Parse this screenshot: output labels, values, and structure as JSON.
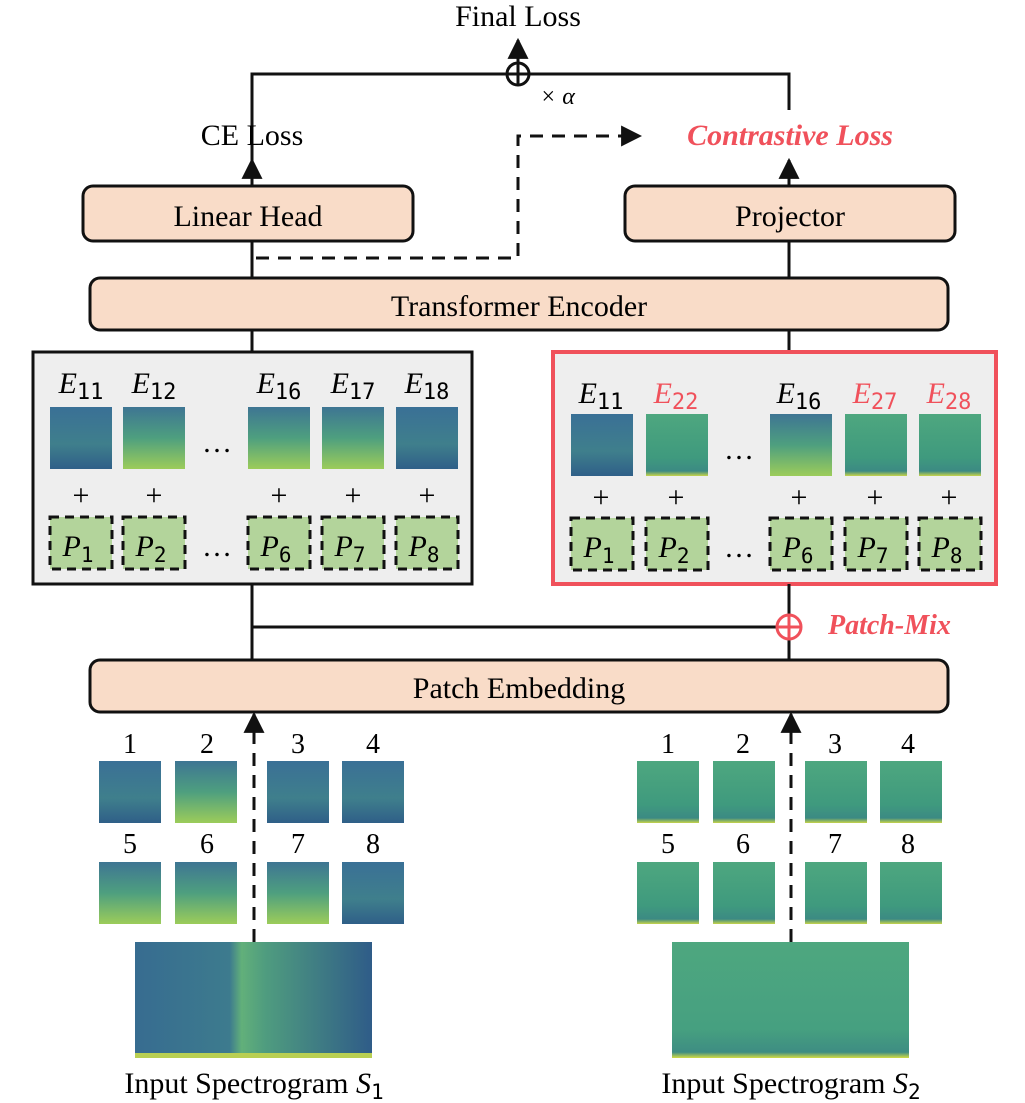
{
  "top": {
    "final_loss": "Final Loss",
    "alpha": "× α",
    "ce_loss": "CE Loss",
    "contrastive_loss": "Contrastive Loss"
  },
  "blocks": {
    "linear_head": "Linear Head",
    "projector": "Projector",
    "transformer_encoder": "Transformer Encoder",
    "patch_embedding": "Patch Embedding"
  },
  "patch_mix_label": "Patch-Mix",
  "ellipsis": "…",
  "plus": "+",
  "left_panel": {
    "embeddings": [
      {
        "base": "E",
        "sub": "11"
      },
      {
        "base": "E",
        "sub": "12"
      },
      {
        "base": "E",
        "sub": "16"
      },
      {
        "base": "E",
        "sub": "17"
      },
      {
        "base": "E",
        "sub": "18"
      }
    ]
  },
  "right_panel": {
    "embeddings": [
      {
        "base": "E",
        "sub": "11"
      },
      {
        "base": "E",
        "sub": "22"
      },
      {
        "base": "E",
        "sub": "16"
      },
      {
        "base": "E",
        "sub": "27"
      },
      {
        "base": "E",
        "sub": "28"
      }
    ]
  },
  "positions": [
    {
      "base": "P",
      "sub": "1"
    },
    {
      "base": "P",
      "sub": "2"
    },
    {
      "base": "P",
      "sub": "6"
    },
    {
      "base": "P",
      "sub": "7"
    },
    {
      "base": "P",
      "sub": "8"
    }
  ],
  "input_patches": {
    "numbers": [
      "1",
      "2",
      "3",
      "4",
      "5",
      "6",
      "7",
      "8"
    ]
  },
  "inputs": {
    "s1": {
      "label": "Input Spectrogram ",
      "var": "S",
      "sub": "1"
    },
    "s2": {
      "label": "Input Spectrogram ",
      "var": "S",
      "sub": "2"
    }
  },
  "colors": {
    "block_fill": "#f9dcc8",
    "panel_fill": "#eeeeee",
    "accent_red": "#f0515b",
    "pos_fill": "#b3d49b",
    "spec_dark": "#33628a",
    "spec_green": "#52a878"
  }
}
